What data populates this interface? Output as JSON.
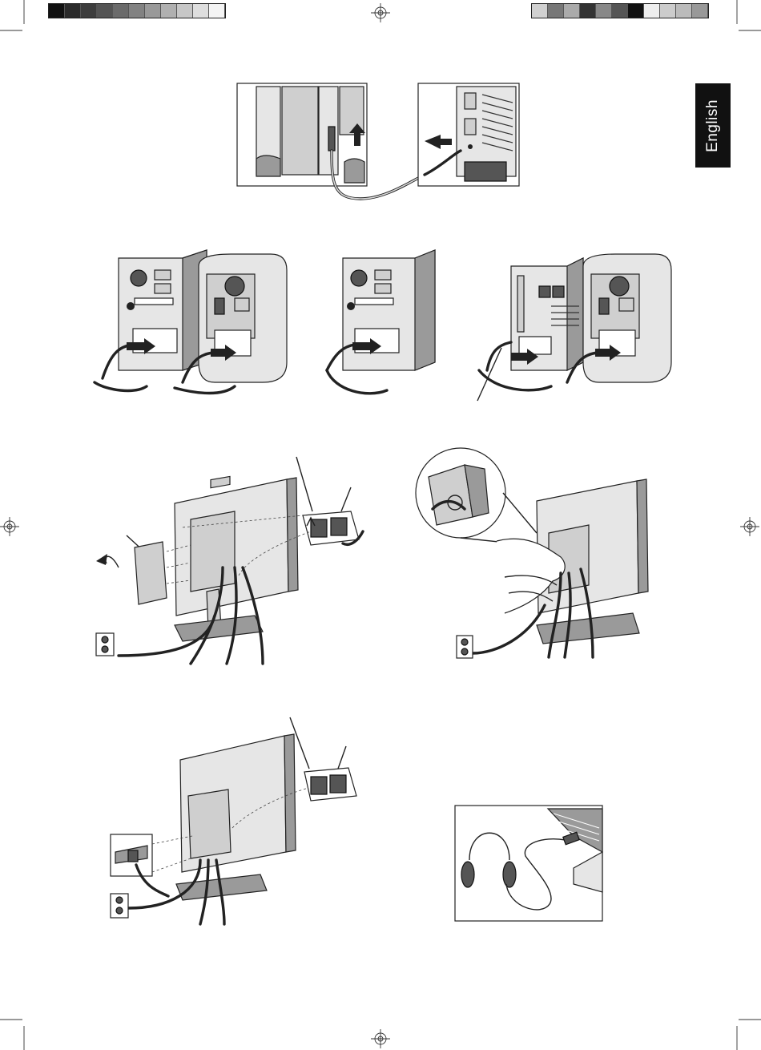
{
  "language_tab": {
    "label": "English"
  },
  "color_bars": {
    "left": [
      "#111111",
      "#2b2b2b",
      "#3d3d3d",
      "#545454",
      "#6b6b6b",
      "#828282",
      "#999999",
      "#b0b0b0",
      "#c7c7c7",
      "#dedede",
      "#f4f4f4"
    ],
    "right": [
      "#d0d0d0",
      "#777777",
      "#aaaaaa",
      "#333333",
      "#888888",
      "#555555",
      "#111111",
      "#eeeeee",
      "#cccccc",
      "#bbbbbb",
      "#999999"
    ]
  },
  "figures": [
    {
      "id": "audio-cable-connection"
    },
    {
      "id": "pc-mac-video-cables"
    },
    {
      "id": "cable-cover-removal"
    },
    {
      "id": "cable-management-hand"
    },
    {
      "id": "power-cord-connection"
    },
    {
      "id": "headphones-connection"
    }
  ]
}
